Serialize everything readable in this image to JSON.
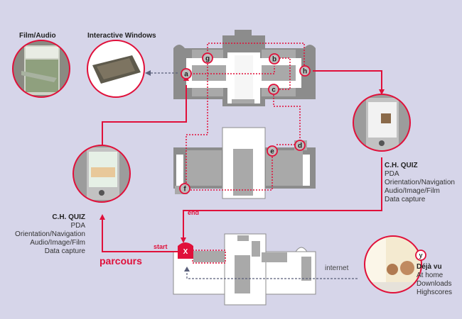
{
  "colors": {
    "background": "#d6d5e9",
    "accent_red": "#e0103a",
    "wall_gray": "#8c8c8c",
    "room_gray": "#a9a9a9",
    "floor_white": "#ffffff",
    "internet_line": "#5a5f7a"
  },
  "media_labels": {
    "film_audio": "Film/Audio",
    "interactive_windows": "Interactive Windows"
  },
  "left_pda": {
    "title": "C.H. QUIZ",
    "lines": [
      "PDA",
      "Orientation/Navigation",
      "Audio/Image/Film",
      "Data capture"
    ]
  },
  "right_pda": {
    "title": "C.H. QUIZ",
    "lines": [
      "PDA",
      "Orientation/Navigation",
      "Audio/Image/Film",
      "Data capture"
    ]
  },
  "route": {
    "start_label": "start",
    "end_label": "end",
    "parcours_label": "parcours",
    "start_marker": "X"
  },
  "stations": [
    "a",
    "b",
    "c",
    "d",
    "e",
    "f",
    "g",
    "h"
  ],
  "deja_vu": {
    "marker": "y",
    "title": "Déjà vu",
    "lines": [
      "At home",
      "Downloads",
      "Highscores"
    ],
    "connection_label": "internet"
  },
  "icons": {
    "film_audio_photo": "airplane-pda-photo",
    "interactive_window_photo": "interactive-window-photo",
    "pda_left_photo": "pda-floorplan-photo",
    "pda_right_photo": "pda-quiz-photo",
    "deja_vu_photo": "kids-at-computer-photo"
  }
}
